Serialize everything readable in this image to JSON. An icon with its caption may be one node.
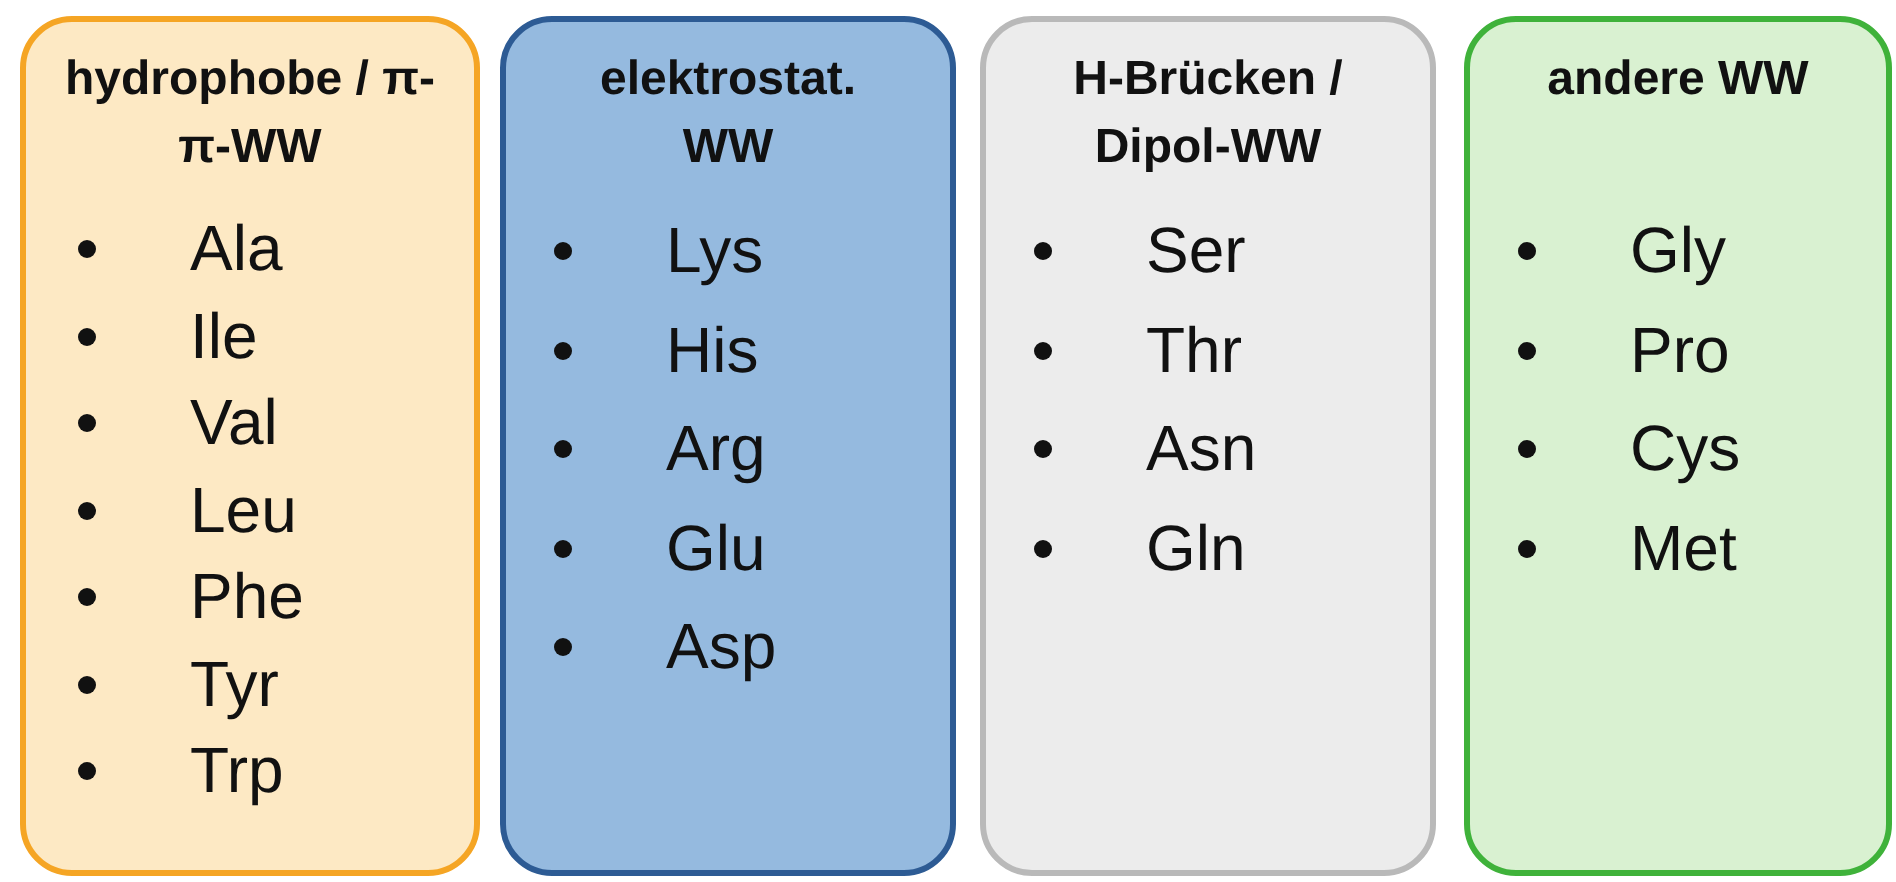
{
  "diagram": {
    "nodes": [
      {
        "text": [
          "hydrophobe / π-π-WW",
          "Ala",
          "Ile",
          "Val",
          "Leu",
          "Phe",
          "Tyr",
          "Trp"
        ]
      },
      {
        "text": [
          "elektrostat. WW",
          "Lys",
          "His",
          "Arg",
          "Glu",
          "Asp"
        ]
      },
      {
        "text": [
          "H-Brücken / Dipol-WW",
          "Ser",
          "Thr",
          "Asn",
          "Gln"
        ]
      },
      {
        "text": [
          "andere WW",
          "Gly",
          "Pro",
          "Cys",
          "Met"
        ]
      }
    ]
  }
}
